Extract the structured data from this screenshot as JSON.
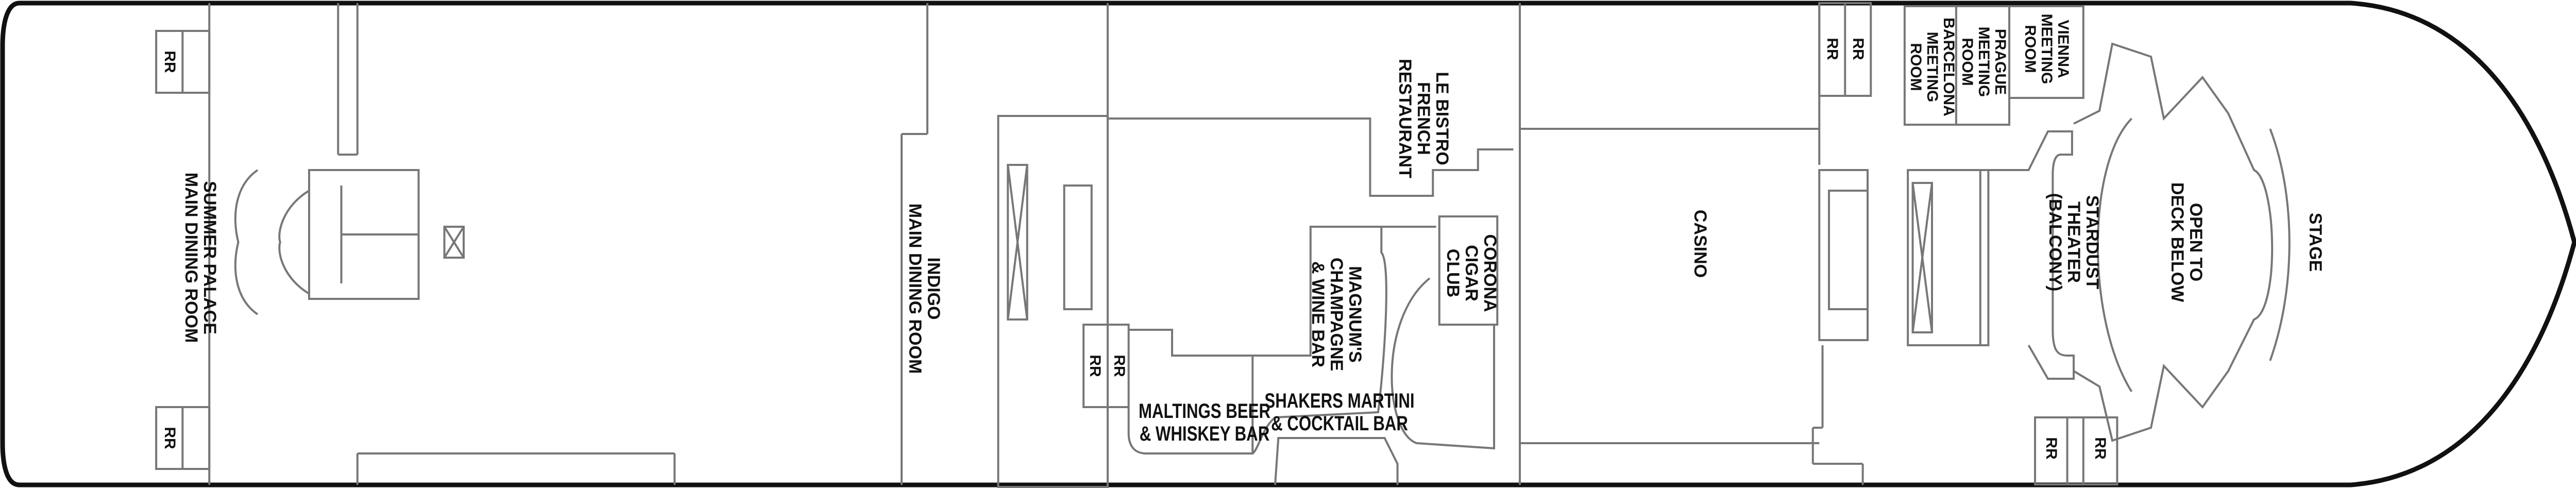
{
  "deck_plan": {
    "venues": {
      "summer_palace": "SUMMER PALACE\nMAIN DINING ROOM",
      "indigo": "INDIGO\nMAIN DINING ROOM",
      "le_bistro": "LE BISTRO\nFRENCH\nRESTAURANT",
      "maltings": "MALTINGS BEER\n& WHISKEY BAR",
      "shakers": "SHAKERS MARTINI\n& COCKTAIL BAR",
      "magnums": "MAGNUM'S\nCHAMPAGNE\n& WINE BAR",
      "corona": "CORONA\nCIGAR\nCLUB",
      "casino": "CASINO",
      "barcelona": "BARCELONA\nMEETING\nROOM",
      "prague": "PRAGUE\nMEETING\nROOM",
      "vienna": "VIENNA\nMEETING\nROOM",
      "stardust": "STARDUST\nTHEATER\n(BALCONY)",
      "open_to_deck": "OPEN TO\nDECK BELOW",
      "stage": "STAGE"
    },
    "restroom_label": "RR",
    "colors": {
      "hull": "#111111",
      "walls": "#777777",
      "background": "#ffffff"
    }
  }
}
